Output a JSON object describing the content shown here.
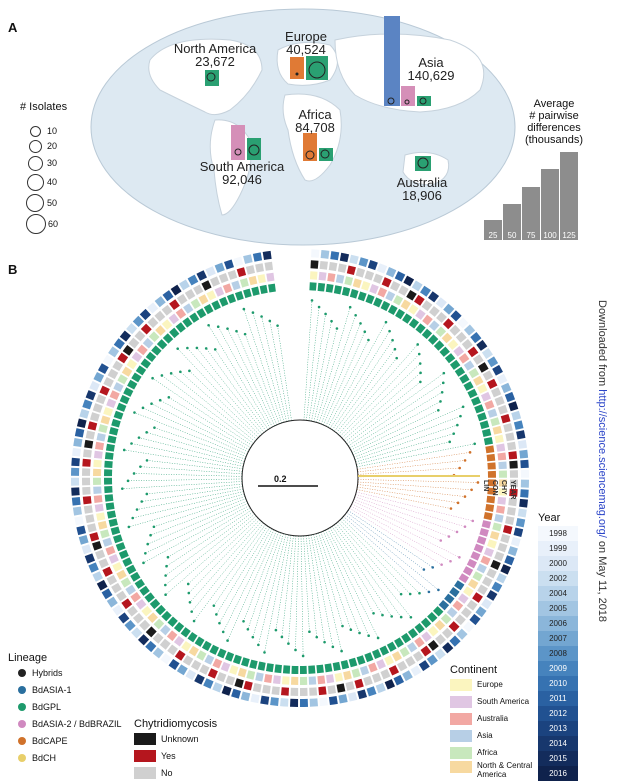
{
  "panel_a": {
    "label": "A",
    "regions": [
      {
        "name": "North America",
        "value": "23,672"
      },
      {
        "name": "Europe",
        "value": "40,524"
      },
      {
        "name": "Asia",
        "value": "140,629"
      },
      {
        "name": "Africa",
        "value": "84,708"
      },
      {
        "name": "South America",
        "value": "92,046"
      },
      {
        "name": "Australia",
        "value": "18,906"
      }
    ],
    "isolates_title": "# Isolates",
    "isolates_sizes": [
      "10",
      "20",
      "30",
      "40",
      "50",
      "60"
    ],
    "avg_title_lines": [
      "Average",
      "# pairwise",
      "differences",
      "(thousands)"
    ],
    "avg_bars": [
      "25",
      "50",
      "75",
      "100",
      "125"
    ],
    "colors": {
      "ocean": "#dde9f2",
      "land": "#ffffff",
      "asia": "#5b84c3",
      "south_america": "#d58fb8",
      "gpl": "#2aa072",
      "cape": "#e07a35",
      "gray": "#8d8d8d"
    }
  },
  "panel_b": {
    "label": "B",
    "scale_label": "0.2",
    "ring_labels": [
      "LIN",
      "CON",
      "CHY",
      "YEAR"
    ],
    "lineage": {
      "title": "Lineage",
      "items": [
        {
          "label": "Hybrids",
          "color": "#222222"
        },
        {
          "label": "BdASIA-1",
          "color": "#2a6f9e"
        },
        {
          "label": "BdGPL",
          "color": "#1d9a6c"
        },
        {
          "label": "BdASIA-2 / BdBRAZIL",
          "color": "#d089c0"
        },
        {
          "label": "BdCAPE",
          "color": "#d0722b"
        },
        {
          "label": "BdCH",
          "color": "#e8cf6a"
        }
      ]
    },
    "chytridiomycosis": {
      "title": "Chytridiomycosis",
      "items": [
        {
          "label": "Unknown",
          "color": "#1a1a1a"
        },
        {
          "label": "Yes",
          "color": "#b5161e"
        },
        {
          "label": "No",
          "color": "#d0d0d0"
        }
      ]
    },
    "continent": {
      "title": "Continent",
      "items": [
        {
          "label": "Europe",
          "color": "#fbf5bf"
        },
        {
          "label": "South America",
          "color": "#e0c6e3"
        },
        {
          "label": "Australia",
          "color": "#f2a8a3"
        },
        {
          "label": "Asia",
          "color": "#b7cfe6"
        },
        {
          "label": "Africa",
          "color": "#c8e8bd"
        },
        {
          "label": "North & Central America",
          "color": "#f7d9a0"
        }
      ]
    },
    "year": {
      "title": "Year",
      "items": [
        {
          "label": "1998",
          "color": "#f4f8fd"
        },
        {
          "label": "1999",
          "color": "#e8f0fa"
        },
        {
          "label": "2000",
          "color": "#dce8f6"
        },
        {
          "label": "2002",
          "color": "#cbdff0"
        },
        {
          "label": "2004",
          "color": "#b8d3ea"
        },
        {
          "label": "2005",
          "color": "#a2c5e2"
        },
        {
          "label": "2006",
          "color": "#8bb6da"
        },
        {
          "label": "2007",
          "color": "#73a6d1"
        },
        {
          "label": "2008",
          "color": "#5c95c8"
        },
        {
          "label": "2009",
          "color": "#4683bd"
        },
        {
          "label": "2010",
          "color": "#3672b1"
        },
        {
          "label": "2011",
          "color": "#2a61a2"
        },
        {
          "label": "2012",
          "color": "#215191"
        },
        {
          "label": "2013",
          "color": "#1b437f"
        },
        {
          "label": "2014",
          "color": "#17376d"
        },
        {
          "label": "2015",
          "color": "#132c5c"
        },
        {
          "label": "2016",
          "color": "#0f224c"
        }
      ]
    }
  },
  "side_note": {
    "prefix": "Downloaded from ",
    "link": "http://science.sciencemag.org/",
    "suffix": " on May 11, 2018"
  }
}
